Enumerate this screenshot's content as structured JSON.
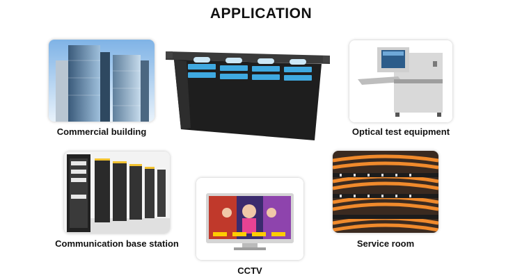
{
  "title": "APPLICATION",
  "items": [
    {
      "label": "Commercial building",
      "icon": "office-building-photo"
    },
    {
      "label": "Optical test equipment",
      "icon": "optical-test-machine-photo"
    },
    {
      "label": "Communication base station",
      "icon": "server-racks-photo"
    },
    {
      "label": "CCTV",
      "icon": "tv-monitor-photo"
    },
    {
      "label": "Service room",
      "icon": "cabling-room-photo"
    }
  ],
  "product": {
    "icon": "fiber-patch-panel-box"
  },
  "colors": {
    "fiber_port": "#3fa9e0",
    "patch_cable": "#f08a2c",
    "rack": "#2a2a2a"
  }
}
